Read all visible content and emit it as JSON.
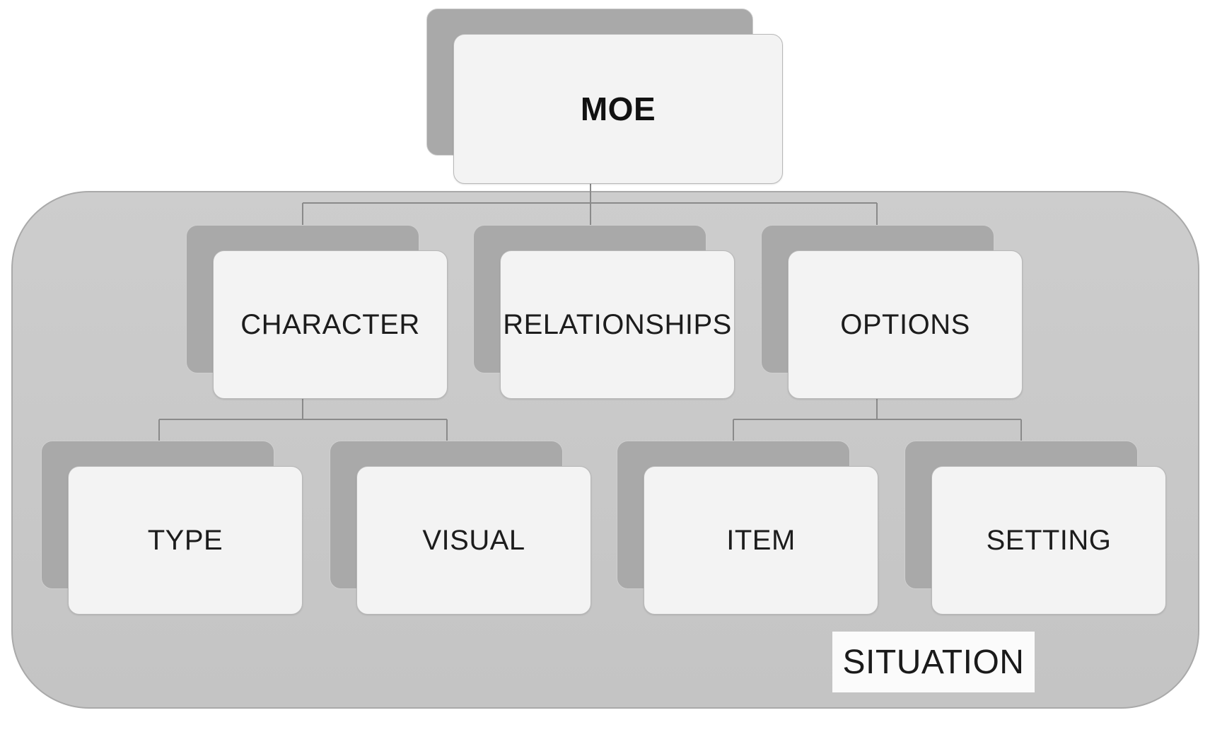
{
  "diagram": {
    "root": {
      "label": "MOE"
    },
    "level1": [
      {
        "label": "CHARACTER"
      },
      {
        "label": "RELATIONSHIPS"
      },
      {
        "label": "OPTIONS"
      }
    ],
    "level2": [
      {
        "label": "TYPE"
      },
      {
        "label": "VISUAL"
      },
      {
        "label": "ITEM"
      },
      {
        "label": "SETTING"
      }
    ],
    "region_label": "SITUATION",
    "colors": {
      "region_fill": "#c8c8c8",
      "box_shadow": "#a9a9a9",
      "box_face": "#f3f3f3",
      "connector": "#8a8a8a"
    }
  }
}
